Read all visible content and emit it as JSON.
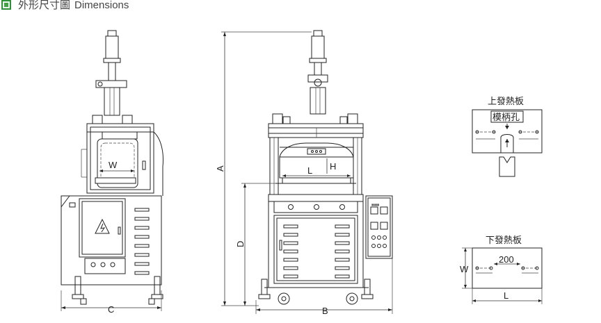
{
  "header": {
    "title_cn": "外形尺寸圖",
    "title_en": "Dimensions"
  },
  "labels": {
    "dim_w_small": "W",
    "dim_c": "C",
    "dim_l_mid": "L",
    "dim_h": "H",
    "dim_a": "A",
    "dim_d": "D",
    "dim_b": "B",
    "upper_plate_title": "上發熱板",
    "mold_handle_hole": "模柄孔",
    "lower_plate_title": "下發熱板",
    "lower_dim_200": "200",
    "lower_dim_w": "W",
    "lower_dim_l": "L"
  },
  "colors": {
    "accent": "#45a049",
    "line": "#222222"
  }
}
